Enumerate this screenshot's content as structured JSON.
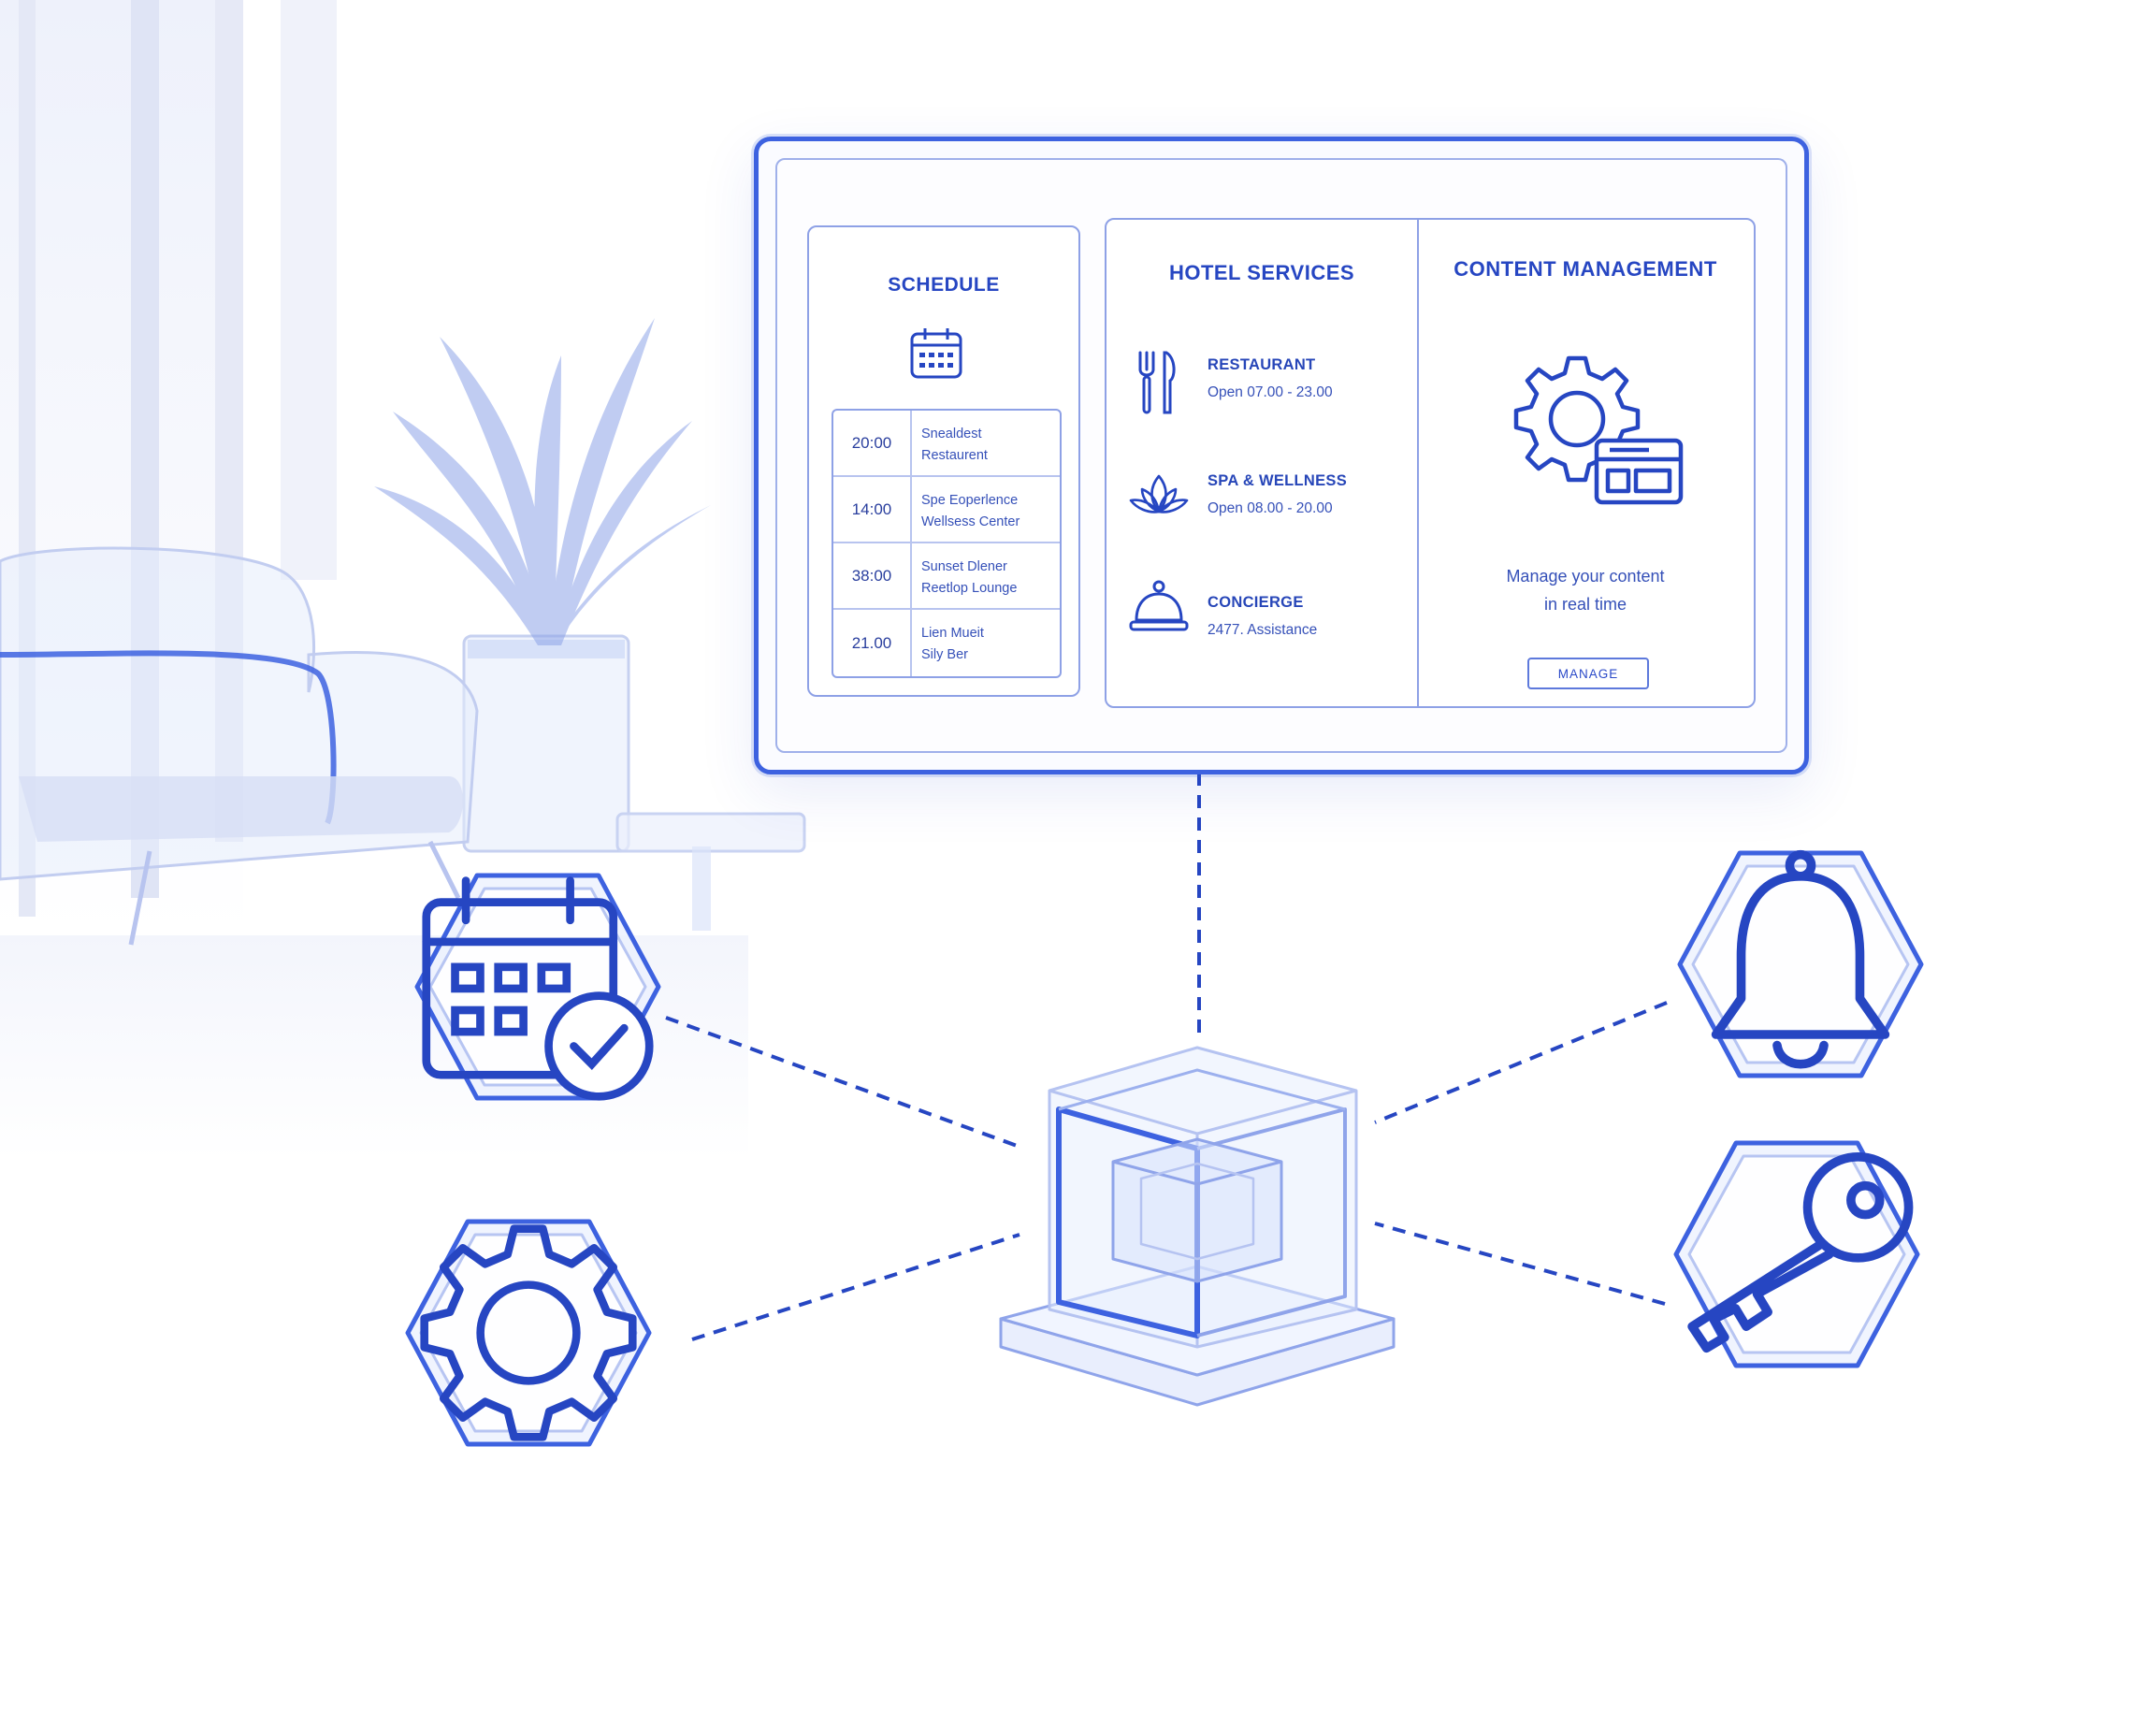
{
  "schedule": {
    "title": "SCHEDULE",
    "rows": [
      {
        "time": "20:00",
        "line1": "Snealdest",
        "line2": "Restaurent"
      },
      {
        "time": "14:00",
        "line1": "Spe Eoperlence",
        "line2": "Wellsess Center"
      },
      {
        "time": "38:00",
        "line1": "Sunset Dlener",
        "line2": "Reetlop Lounge"
      },
      {
        "time": "21.00",
        "line1": "Lien Mueit",
        "line2": "Sily Ber"
      }
    ]
  },
  "services": {
    "title": "HOTEL SERVICES",
    "items": [
      {
        "name": "RESTAURANT",
        "hours": "Open 07.00 - 23.00",
        "icon": "fork-knife-icon"
      },
      {
        "name": "SPA & WELLNESS",
        "hours": "Open 08.00 - 20.00",
        "icon": "lotus-icon"
      },
      {
        "name": "CONCIERGE",
        "hours": "2477. Assistance",
        "icon": "service-bell-icon"
      }
    ]
  },
  "content_management": {
    "title": "CONTENT MANAGEMENT",
    "text_line1": "Manage your content",
    "text_line2": "in real time",
    "button_label": "MANAGE",
    "icon": "gear-screen-icon"
  },
  "tiles": [
    {
      "icon": "calendar-check-icon"
    },
    {
      "icon": "gear-icon"
    },
    {
      "icon": "bell-icon"
    },
    {
      "icon": "key-icon"
    }
  ],
  "colors": {
    "accent": "#3d62e0",
    "line": "#2646c2",
    "panel_border": "#8ea1e6",
    "background": "#ffffff"
  }
}
